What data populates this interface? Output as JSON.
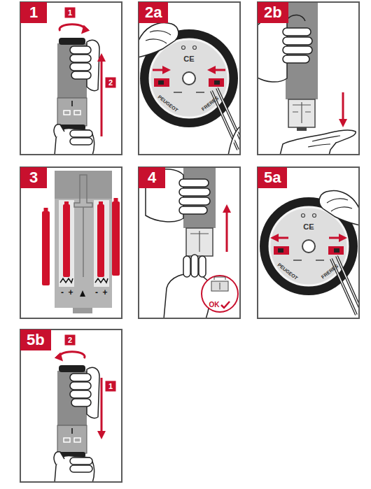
{
  "diagram": {
    "nodes": [
      {
        "text": [
          "1"
        ]
      },
      {
        "text": [
          "2a"
        ]
      },
      {
        "text": [
          "2b"
        ]
      },
      {
        "text": [
          "3"
        ]
      },
      {
        "text": [
          "4"
        ]
      },
      {
        "text": [
          "5a"
        ]
      },
      {
        "text": [
          "5b"
        ]
      }
    ],
    "labels": [
      "1",
      "2",
      "CE",
      "PEUGEOT",
      "FRERES",
      "-",
      "+",
      "-",
      "+",
      "OK",
      "CE",
      "PEUGEOT",
      "FRERES",
      "2",
      "1"
    ]
  }
}
